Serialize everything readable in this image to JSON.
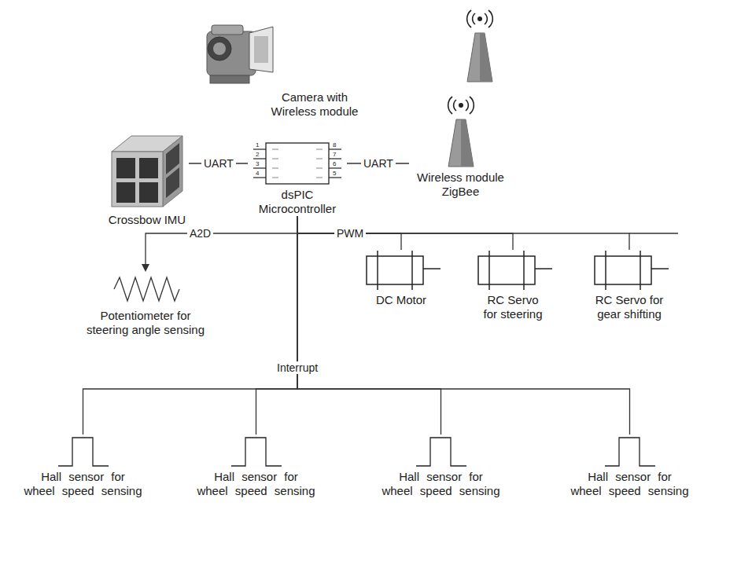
{
  "diagram": {
    "nodes": [
      {
        "text": [
          "Camera with Wireless module"
        ]
      },
      {
        "text": [
          "Crossbow IMU"
        ]
      },
      {
        "text": [
          "dsPIC Microcontroller"
        ]
      },
      {
        "text": [
          "Wireless module ZigBee"
        ]
      },
      {
        "text": [
          "Potentiometer for steering angle sensing"
        ]
      },
      {
        "text": [
          "DC Motor"
        ]
      },
      {
        "text": [
          "RC Servo for steering"
        ]
      },
      {
        "text": [
          "RC Servo for gear shifting"
        ]
      },
      {
        "text": [
          "Hall sensor for wheel speed sensing"
        ]
      },
      {
        "text": [
          "Hall sensor for wheel speed sensing"
        ]
      },
      {
        "text": [
          "Hall sensor for wheel speed sensing"
        ]
      },
      {
        "text": [
          "Hall sensor for wheel speed sensing"
        ]
      }
    ],
    "edges": [
      {
        "from": 1,
        "to": 2,
        "label": "UART",
        "arrow": "none"
      },
      {
        "from": 2,
        "to": 3,
        "label": "UART",
        "arrow": "none"
      },
      {
        "from": 2,
        "to": 4,
        "label": "A2D",
        "arrow": "none"
      },
      {
        "from": 2,
        "to": 5,
        "label": "PWM",
        "arrow": "none"
      },
      {
        "from": 2,
        "to": 6,
        "arrow": "none"
      },
      {
        "from": 2,
        "to": 7,
        "arrow": "none"
      },
      {
        "from": 2,
        "to": 8,
        "label": "Interrupt",
        "arrow": "none"
      },
      {
        "from": 2,
        "to": 9,
        "arrow": "none"
      },
      {
        "from": 2,
        "to": 10,
        "arrow": "none"
      },
      {
        "from": 2,
        "to": 11,
        "arrow": "none"
      }
    ],
    "labels": [
      "1",
      "2",
      "3",
      "4",
      "5",
      "6",
      "7",
      "8"
    ]
  }
}
